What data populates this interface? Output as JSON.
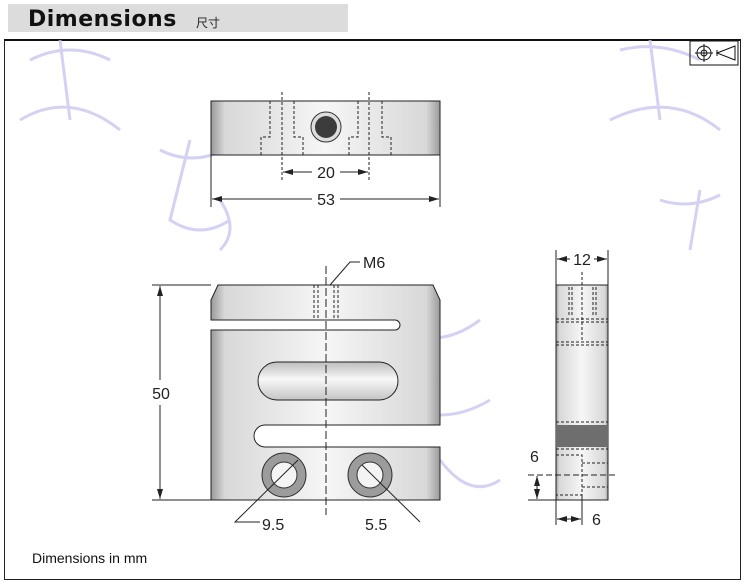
{
  "header": {
    "title": "Dimensions",
    "subtitle": "尺寸"
  },
  "symbol": {
    "icon": "third-angle-projection-icon"
  },
  "drawing": {
    "top_view": {
      "dim_hole_spacing": "20",
      "dim_width": "53"
    },
    "front_view": {
      "thread_label": "M6",
      "dim_height": "50",
      "dim_counterbore": "9.5",
      "dim_hole": "5.5"
    },
    "side_view": {
      "dim_thickness": "12",
      "dim_offset_vertical": "6",
      "dim_offset_horizontal": "6"
    }
  },
  "footer": {
    "note": "Dimensions in mm"
  },
  "colors": {
    "metal_light": "#f4f4f4",
    "metal_dark": "#b8b8b8",
    "band": "#6e6e6e",
    "watermark": "#c8c4ee"
  }
}
